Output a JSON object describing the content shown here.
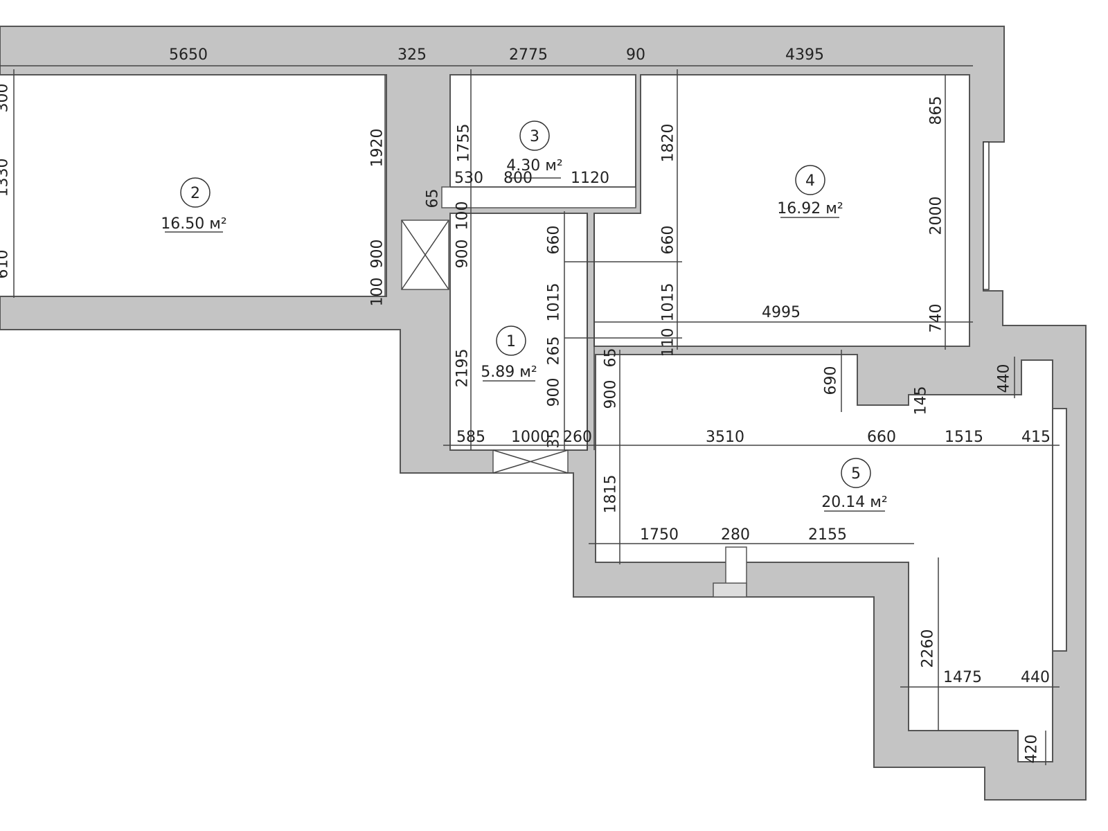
{
  "title": "Floor plan",
  "rooms": [
    {
      "number": "1",
      "area": "5.89 м²"
    },
    {
      "number": "2",
      "area": "16.50 м²"
    },
    {
      "number": "3",
      "area": "4.30 м²"
    },
    {
      "number": "4",
      "area": "16.92 м²"
    },
    {
      "number": "5",
      "area": "20.14 м²"
    }
  ],
  "dims": [
    "5650",
    "325",
    "2775",
    "90",
    "4395",
    "530",
    "800",
    "1120",
    "4995",
    "585",
    "1000",
    "260",
    "3510",
    "660",
    "1515",
    "415",
    "1750",
    "280",
    "2155",
    "1475",
    "440",
    "300",
    "1330",
    "610",
    "1920",
    "900",
    "100",
    "1755",
    "65",
    "100",
    "900",
    "2195",
    "660",
    "1015",
    "265",
    "900",
    "35",
    "1820",
    "660",
    "1015",
    "110",
    "65",
    "900",
    "865",
    "2000",
    "740",
    "690",
    "145",
    "440",
    "1815",
    "2260",
    "420"
  ],
  "colors": {
    "wall": "#c4c4c4",
    "line": "#555555"
  }
}
